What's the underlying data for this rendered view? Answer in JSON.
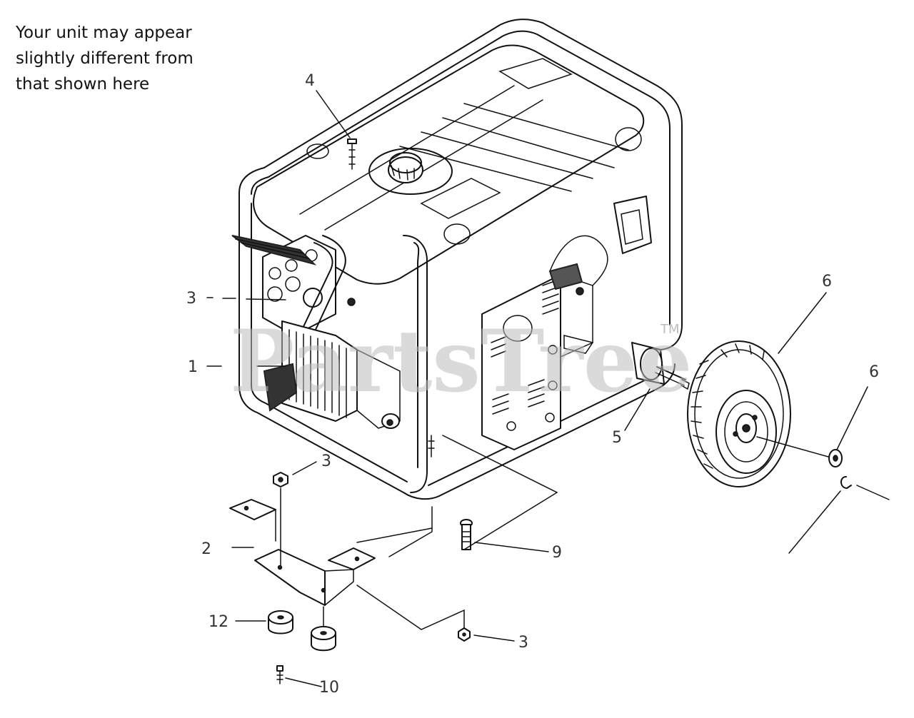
{
  "note": {
    "line1": "Your unit may appear",
    "line2": "slightly different from",
    "line3": "that shown here"
  },
  "watermark": {
    "text": "PartsTree",
    "tm": "TM"
  },
  "callouts": {
    "c1": "1",
    "c2": "2",
    "c3a": "3",
    "c3b": "3",
    "c3c": "3",
    "c4": "4",
    "c5": "5",
    "c6a": "6",
    "c6b": "6",
    "c9": "9",
    "c10": "10",
    "c12": "12"
  }
}
